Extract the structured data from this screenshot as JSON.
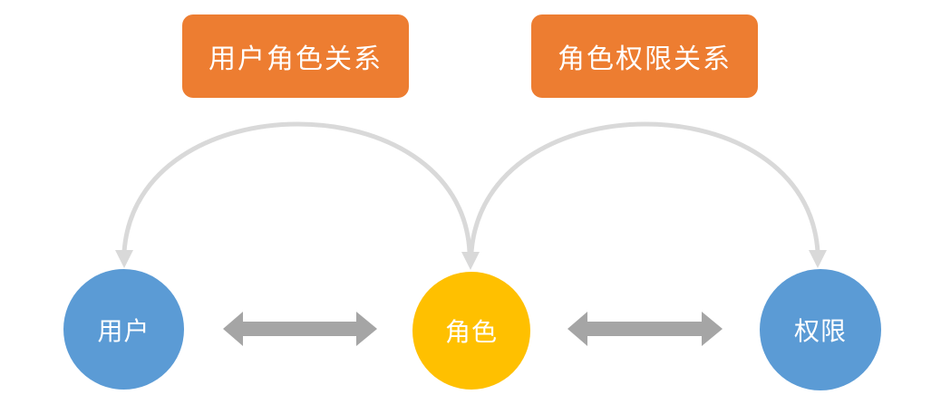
{
  "relations": {
    "user_role": "用户角色关系",
    "role_permission": "角色权限关系"
  },
  "nodes": {
    "user": "用户",
    "role": "角色",
    "permission": "权限"
  },
  "colors": {
    "label_bg": "#ED7D31",
    "user": "#5B9BD5",
    "role": "#FFC000",
    "permission": "#5B9BD5",
    "arc": "#D9D9D9",
    "double_arrow": "#A5A5A5"
  }
}
